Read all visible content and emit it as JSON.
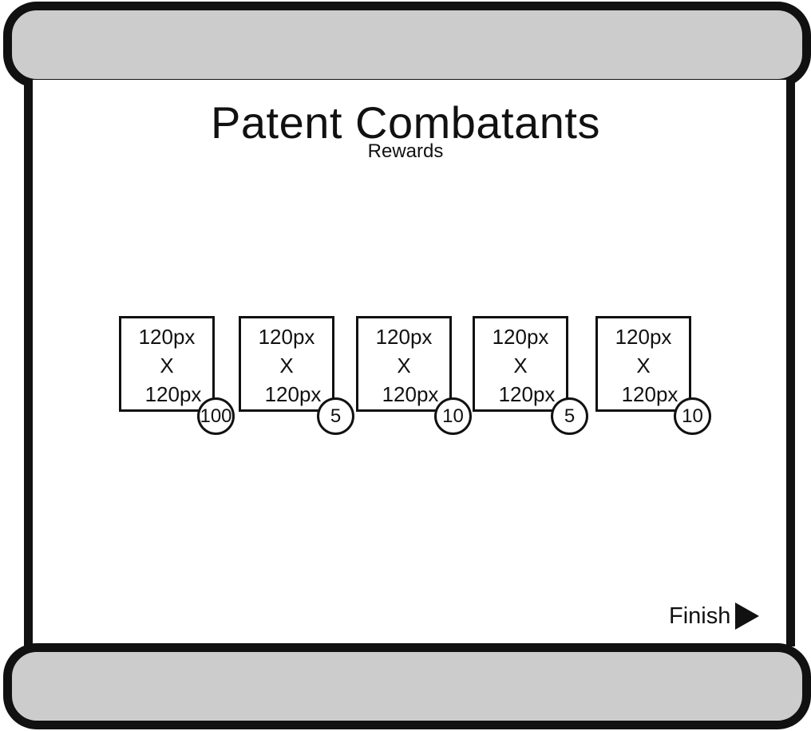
{
  "title": "Patent Combatants",
  "subtitle": "Rewards",
  "rewards": [
    {
      "width_text": "120px",
      "times_text": "X",
      "height_text": "120px",
      "amount": "100"
    },
    {
      "width_text": "120px",
      "times_text": "X",
      "height_text": "120px",
      "amount": "5"
    },
    {
      "width_text": "120px",
      "times_text": "X",
      "height_text": "120px",
      "amount": "10"
    },
    {
      "width_text": "120px",
      "times_text": "X",
      "height_text": "120px",
      "amount": "5"
    },
    {
      "width_text": "120px",
      "times_text": "X",
      "height_text": "120px",
      "amount": "10"
    }
  ],
  "finish": {
    "label": "Finish",
    "icon": "play-arrow-icon"
  },
  "colors": {
    "outline": "#111111",
    "roller_fill": "#cccccc",
    "background": "#ffffff"
  }
}
